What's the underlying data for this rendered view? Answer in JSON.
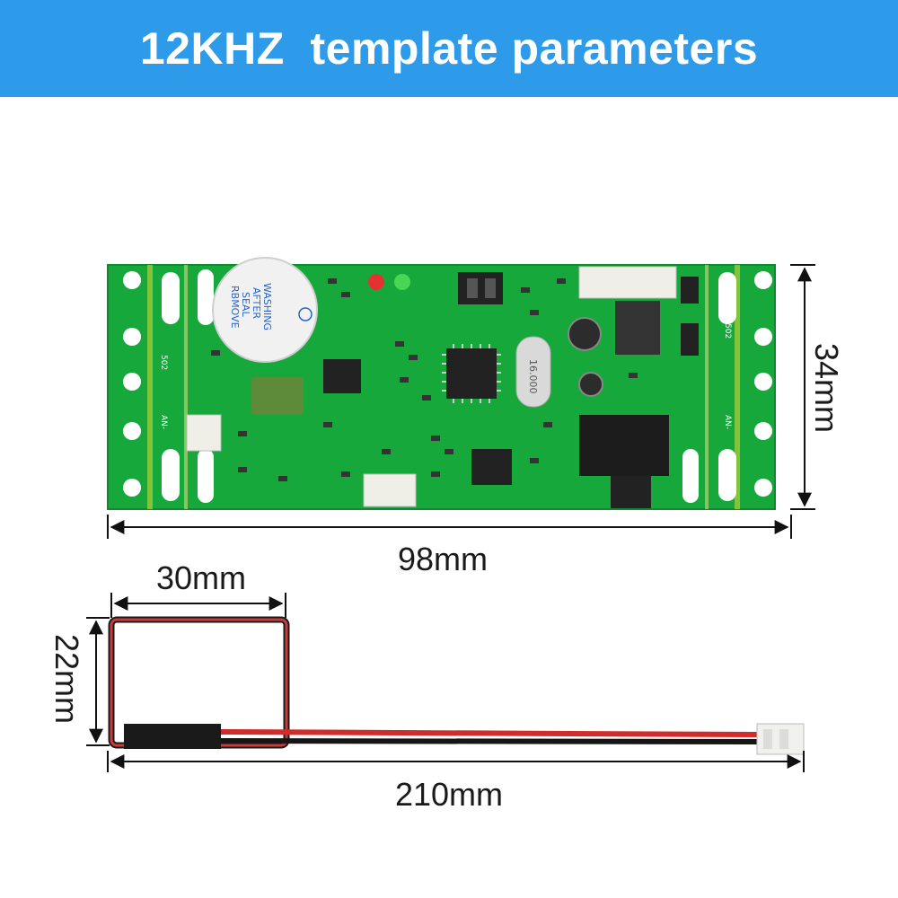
{
  "header": {
    "title": "12KHZ  template parameters",
    "background_color": "#2e9bea",
    "text_color": "#ffffff"
  },
  "board": {
    "color": "#16a83a",
    "side_label_left": "502",
    "side_label_right": "502",
    "an_label_left": "AN-",
    "an_label_right": "AN-",
    "buzzer_text": [
      "RBMOVE",
      "SEAL",
      "AFTER",
      "WASHING"
    ],
    "crystal_text": "16.000"
  },
  "dimensions": {
    "board_width": "98mm",
    "board_height": "34mm",
    "coil_width": "30mm",
    "coil_height": "22mm",
    "cable_length": "210mm"
  }
}
